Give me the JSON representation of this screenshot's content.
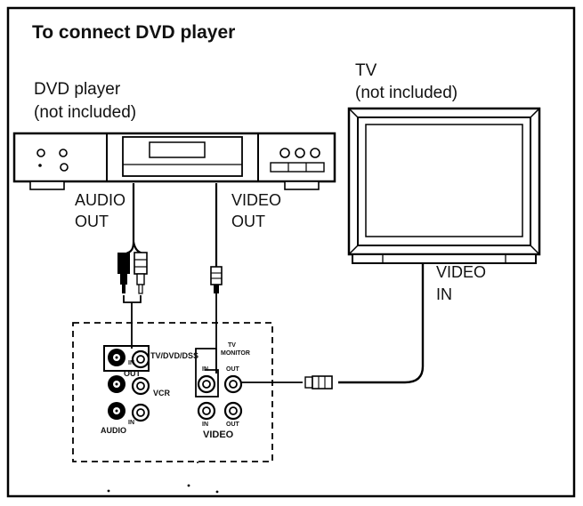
{
  "title": "To connect DVD player",
  "dvd_player": {
    "name": "DVD player",
    "note": "(not included)"
  },
  "tv": {
    "name": "TV",
    "note": "(not included)"
  },
  "dvd_outputs": {
    "audio_line1": "AUDIO",
    "audio_line2": "OUT",
    "video_line1": "VIDEO",
    "video_line2": "OUT"
  },
  "tv_input": {
    "line1": "VIDEO",
    "line2": "IN"
  },
  "panel": {
    "in_label": "IN",
    "tv_dvd_dss": "TV/DVD/DSS",
    "out_label": "OUT",
    "vcr": "VCR",
    "audio": "AUDIO",
    "audio_in": "IN",
    "tv_monitor_line1": "TV",
    "tv_monitor_line2": "MONITOR",
    "monitor_in": "IN",
    "monitor_out": "OUT",
    "video_in": "IN",
    "video_out": "OUT",
    "video": "VIDEO"
  }
}
